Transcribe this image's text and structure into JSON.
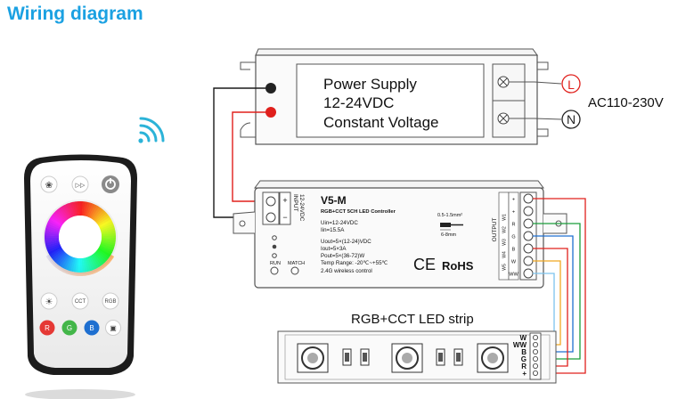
{
  "title": "Wiring diagram",
  "power_supply": {
    "line1": "Power Supply",
    "line2": "12-24VDC",
    "line3": "Constant Voltage",
    "input_voltage": "AC110-230V",
    "terminal_L": "L",
    "terminal_N": "N"
  },
  "controller": {
    "model": "V5-M",
    "subtitle": "RGB+CCT 5CH LED Controller",
    "uin": "Uin=12-24VDC",
    "iin": "Iin=15.5A",
    "uout": "Uout=5×(12-24)VDC",
    "iout": "Iout=5×3A",
    "pout": "Pout=5×(36-72)W",
    "temp": "Temp Range: -20℃~+55℃",
    "wireless": "2.4G wireless control",
    "input_label": "INPUT",
    "input_range": "12-24VDC",
    "output_label": "OUTPUT",
    "run_label": "RUN",
    "match_label": "MATCH",
    "wire_gauge": "0.5-1.5mm²",
    "strip_length": "6-8mm",
    "ce": "CE",
    "rohs": "RoHS",
    "input_terminals": [
      "+",
      "−"
    ],
    "output_terminals": [
      "+",
      "+",
      "R",
      "G",
      "B",
      "W",
      "WW"
    ],
    "channel_labels": [
      "W1",
      "W2",
      "W3",
      "W4",
      "W5"
    ]
  },
  "led_strip": {
    "label": "RGB+CCT LED strip",
    "pins": [
      "W",
      "WW",
      "B",
      "G",
      "R",
      "+"
    ]
  },
  "remote": {
    "buttons_top": [
      "❀",
      "▷▷",
      "⏻"
    ],
    "buttons_mid": [
      "☀",
      "CCT",
      "RGB"
    ],
    "buttons_bottom": [
      "R",
      "G",
      "B",
      "▣"
    ]
  },
  "colors": {
    "title": "#1ba1e2",
    "wire_red": "#e0201c",
    "wire_black": "#1a1a1a",
    "wire_green": "#1a9e3a",
    "wire_blue": "#1e6fd0",
    "wire_yellow": "#f0a820",
    "wire_lightblue": "#7cc4ee",
    "wifi": "#2bb3d8"
  }
}
